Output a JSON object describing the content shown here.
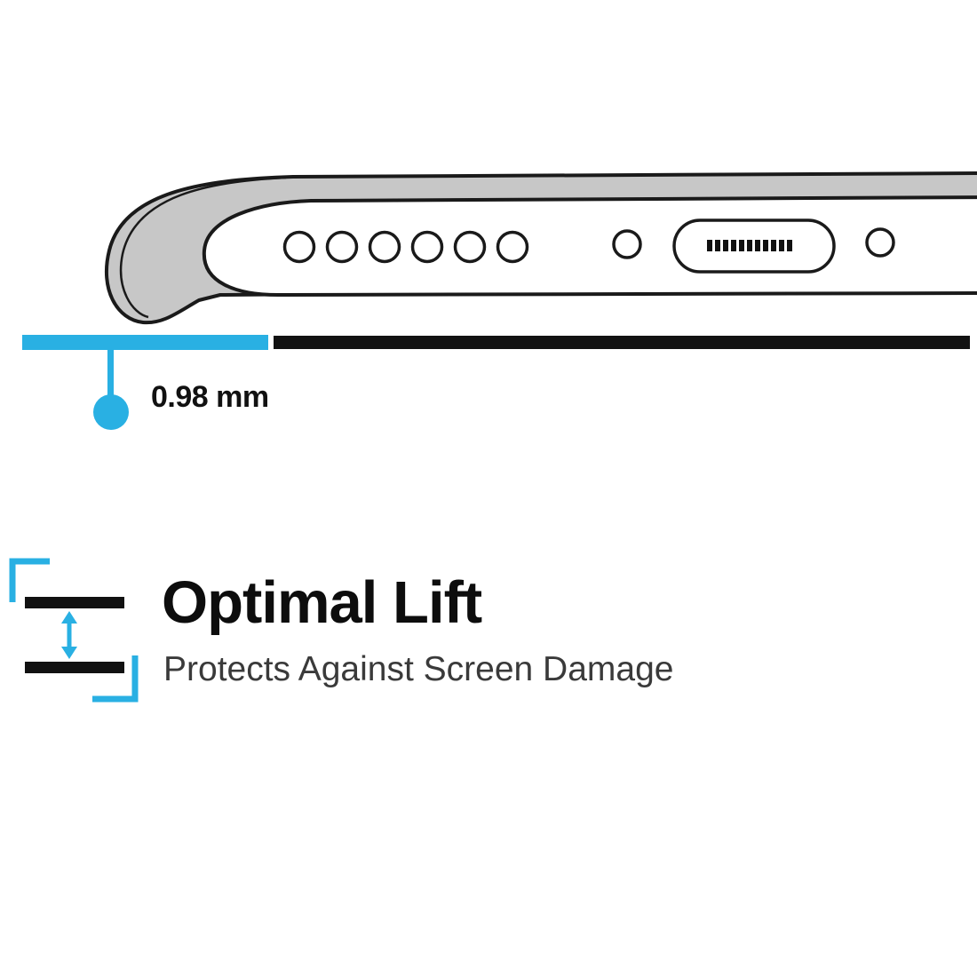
{
  "page": {
    "type": "product-feature-illustration",
    "background": "#ffffff"
  },
  "colors": {
    "accent_cyan": "#29b0e3",
    "outline_black": "#1a1a1a",
    "case_gray": "#c7c7c7",
    "bar_black": "#121212",
    "subtitle_gray": "#3a3a3a"
  },
  "illustration": {
    "subject": "phone-bottom-edge-in-case",
    "speaker_hole_count": 6,
    "screw_hole_count": 2
  },
  "icons": {
    "lift_gap_icon": "double-headed vertical arrow between two bars with cyan corner brackets",
    "charging_port_icon": "pill-shaped port with connector pins",
    "speaker_hole_icon": "circle",
    "screw_hole_icon": "circle"
  },
  "measurement": {
    "label": "0.98 mm"
  },
  "feature": {
    "title": "Optimal Lift",
    "subtitle": "Protects Against Screen Damage"
  }
}
